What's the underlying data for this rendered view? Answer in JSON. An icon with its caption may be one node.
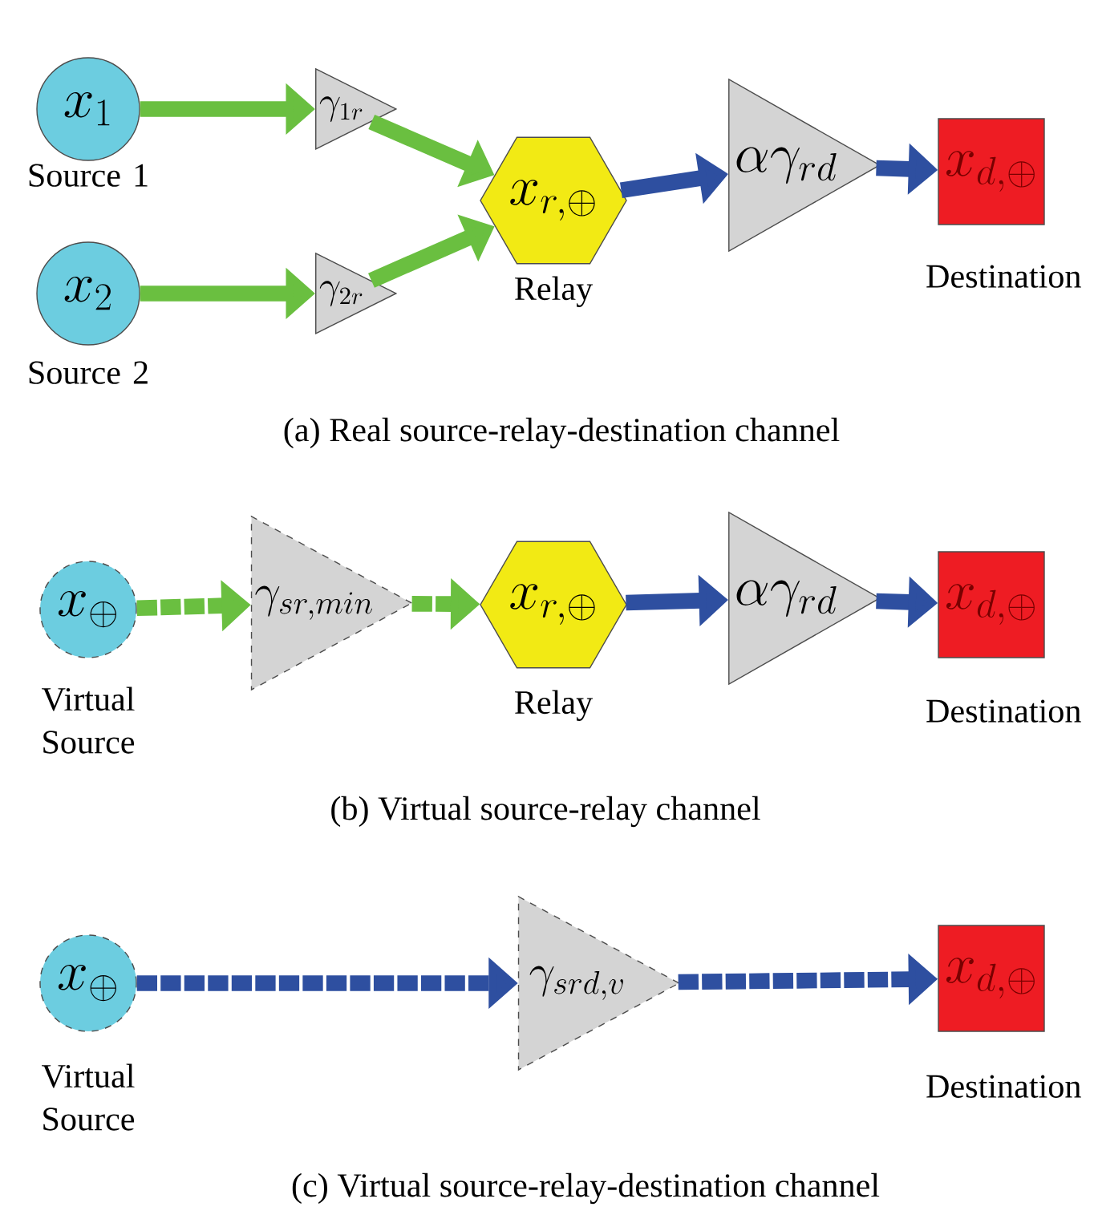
{
  "diagram": {
    "nodes": [
      {
        "text": [
          "x_1"
        ],
        "beside": [
          "Source 1"
        ]
      },
      {
        "text": [
          "x_2"
        ],
        "beside": [
          "Source 2"
        ]
      },
      {
        "text": [
          "\\gamma_{1r}"
        ]
      },
      {
        "text": [
          "\\gamma_{2r}"
        ]
      },
      {
        "text": [
          "x_{r,\\oplus}"
        ],
        "beside": [
          "Relay"
        ]
      },
      {
        "text": [
          "\\alpha\\gamma_{rd}"
        ]
      },
      {
        "text": [
          "x_{d,\\oplus}"
        ],
        "beside": [
          "Destination"
        ]
      },
      {
        "text": [
          "x_\\oplus"
        ],
        "beside": [
          "Virtual Source"
        ]
      },
      {
        "text": [
          "\\gamma_{sr,min}"
        ]
      },
      {
        "text": [
          "x_{r,\\oplus}"
        ],
        "beside": [
          "Relay"
        ]
      },
      {
        "text": [
          "\\alpha\\gamma_{rd}"
        ]
      },
      {
        "text": [
          "x_{d,\\oplus}"
        ],
        "beside": [
          "Destination"
        ]
      },
      {
        "text": [
          "x_\\oplus"
        ],
        "beside": [
          "Virtual Source"
        ]
      },
      {
        "text": [
          "\\gamma_{srd,v}"
        ]
      },
      {
        "text": [
          "x_{d,\\oplus}"
        ],
        "beside": [
          "Destination"
        ]
      }
    ],
    "edges": [
      {
        "from": 0,
        "to": 2,
        "arrow": "to",
        "color": "#6abf40"
      },
      {
        "from": 1,
        "to": 3,
        "arrow": "to",
        "color": "#6abf40"
      },
      {
        "from": 2,
        "to": 4,
        "arrow": "to",
        "color": "#6abf40"
      },
      {
        "from": 3,
        "to": 4,
        "arrow": "to",
        "color": "#6abf40"
      },
      {
        "from": 4,
        "to": 5,
        "arrow": "to",
        "color": "#2e4fa0"
      },
      {
        "from": 5,
        "to": 6,
        "arrow": "to",
        "color": "#2e4fa0"
      },
      {
        "from": 7,
        "to": 8,
        "arrow": "to",
        "style": "dashed",
        "color": "#6abf40"
      },
      {
        "from": 8,
        "to": 9,
        "arrow": "to",
        "style": "dashed",
        "color": "#6abf40"
      },
      {
        "from": 9,
        "to": 10,
        "arrow": "to",
        "color": "#2e4fa0"
      },
      {
        "from": 10,
        "to": 11,
        "arrow": "to",
        "color": "#2e4fa0"
      },
      {
        "from": 12,
        "to": 13,
        "arrow": "to",
        "style": "dashed",
        "color": "#2e4fa0"
      },
      {
        "from": 13,
        "to": 14,
        "arrow": "to",
        "style": "dashed",
        "color": "#2e4fa0"
      }
    ],
    "labels": [
      "(a) Real source-relay-destination channel",
      "(b) Virtual source-relay channel",
      "(c) Virtual source-relay-destination channel"
    ]
  }
}
